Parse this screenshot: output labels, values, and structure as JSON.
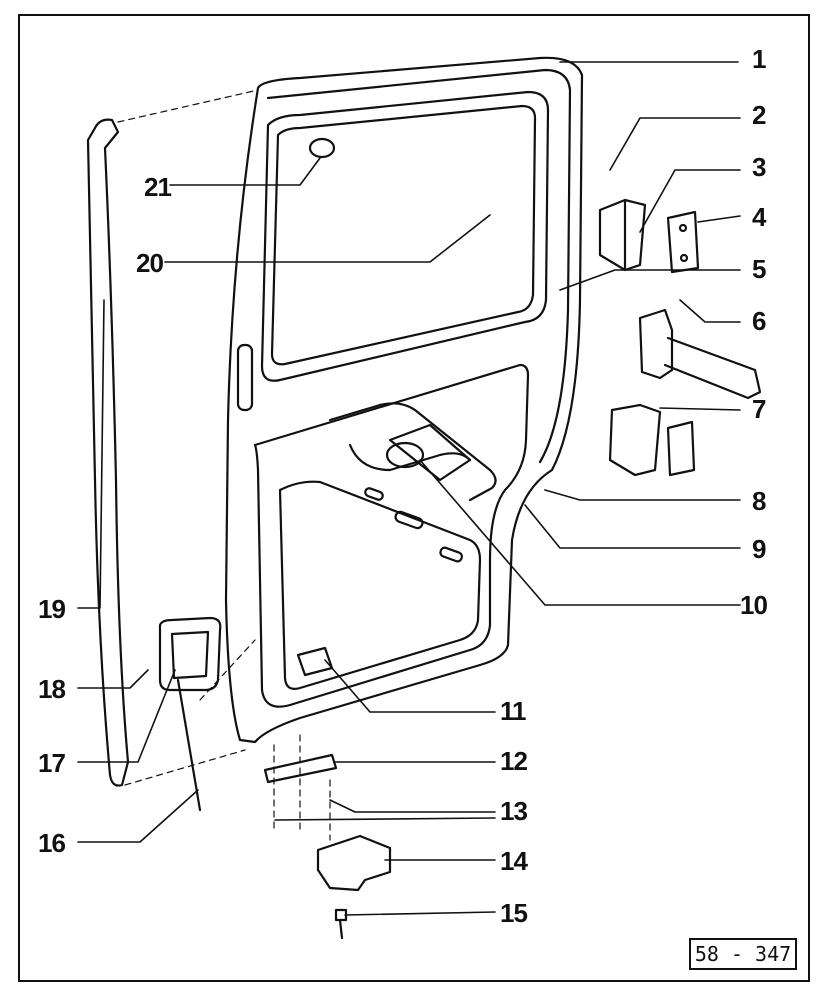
{
  "diagram": {
    "callouts": [
      {
        "id": "1",
        "label": "1"
      },
      {
        "id": "2",
        "label": "2"
      },
      {
        "id": "3",
        "label": "3"
      },
      {
        "id": "4",
        "label": "4"
      },
      {
        "id": "5",
        "label": "5"
      },
      {
        "id": "6",
        "label": "6"
      },
      {
        "id": "7",
        "label": "7"
      },
      {
        "id": "8",
        "label": "8"
      },
      {
        "id": "9",
        "label": "9"
      },
      {
        "id": "10",
        "label": "10"
      },
      {
        "id": "11",
        "label": "11"
      },
      {
        "id": "12",
        "label": "12"
      },
      {
        "id": "13",
        "label": "13"
      },
      {
        "id": "14",
        "label": "14"
      },
      {
        "id": "15",
        "label": "15"
      },
      {
        "id": "16",
        "label": "16"
      },
      {
        "id": "17",
        "label": "17"
      },
      {
        "id": "18",
        "label": "18"
      },
      {
        "id": "19",
        "label": "19"
      },
      {
        "id": "20",
        "label": "20"
      },
      {
        "id": "21",
        "label": "21"
      }
    ],
    "reference": "58 - 347"
  }
}
